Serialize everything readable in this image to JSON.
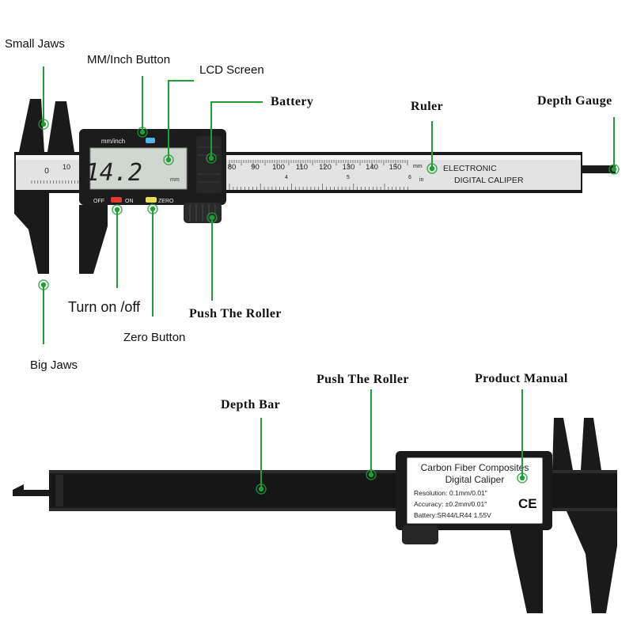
{
  "labels": {
    "small_jaws": "Small Jaws",
    "mm_inch_button": "MM/Inch Button",
    "lcd_screen": "LCD Screen",
    "battery": "Battery",
    "ruler": "Ruler",
    "depth_gauge": "Depth Gauge",
    "turn_on_off": "Turn on /off",
    "zero_button": "Zero Button",
    "push_roller_top": "Push The Roller",
    "big_jaws": "Big Jaws",
    "depth_bar": "Depth Bar",
    "push_roller_bottom": "Push The Roller",
    "product_manual": "Product Manual"
  },
  "device": {
    "lcd_reading": "14.2",
    "lcd_unit": "mm",
    "mm_inch_label": "mm/inch",
    "off_label": "OFF",
    "on_label": "ON",
    "zero_label": "ZERO",
    "brand_line1": "ELECTRONIC",
    "brand_line2": "DIGITAL CALIPER",
    "ruler_unit_mm": "mm",
    "ruler_unit_in": "in",
    "ruler_left_numbers": [
      "0",
      "10"
    ],
    "ruler_right_numbers": [
      "80",
      "90",
      "100",
      "110",
      "120",
      "130",
      "140",
      "150"
    ],
    "inch_numbers": [
      "4",
      "5",
      "6"
    ]
  },
  "manual_card": {
    "title_line1": "Carbon Fiber Composites",
    "title_line2": "Digital Caliper",
    "resolution": "Resolution: 0.1mm/0.01\"",
    "accuracy": "Accuracy: ±0.2mm/0.01\"",
    "battery": "Battery:SR44/LR44  1.55V",
    "ce_mark": "CE"
  },
  "colors": {
    "leader": "#1e9e35",
    "caliper": "#1a1a1a",
    "ruler_face": "#dcdcdc",
    "lcd": "#cfd7cf",
    "btn_blue": "#4fb6e8",
    "btn_red": "#e03a2f",
    "btn_yellow": "#e8e05a"
  }
}
